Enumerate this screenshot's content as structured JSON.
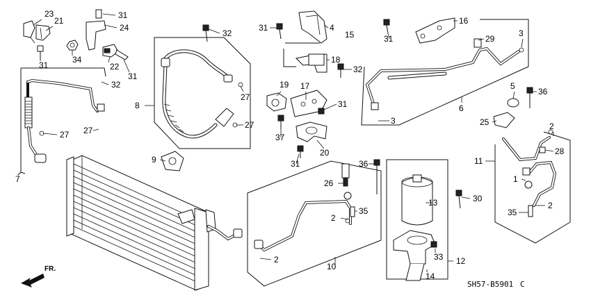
{
  "callouts": [
    {
      "id": "n23",
      "text": "23"
    },
    {
      "id": "n21",
      "text": "21"
    },
    {
      "id": "n31a",
      "text": "31"
    },
    {
      "id": "n24",
      "text": "24"
    },
    {
      "id": "n34",
      "text": "34"
    },
    {
      "id": "n22",
      "text": "22"
    },
    {
      "id": "n31b",
      "text": "31"
    },
    {
      "id": "n31c",
      "text": "31"
    },
    {
      "id": "n32a",
      "text": "32"
    },
    {
      "id": "n32b",
      "text": "32"
    },
    {
      "id": "n27a",
      "text": "27"
    },
    {
      "id": "n27b",
      "text": "27"
    },
    {
      "id": "n7",
      "text": "7"
    },
    {
      "id": "n8",
      "text": "8"
    },
    {
      "id": "n27c",
      "text": "27"
    },
    {
      "id": "n27d",
      "text": "27"
    },
    {
      "id": "n9",
      "text": "9"
    },
    {
      "id": "n31d",
      "text": "31"
    },
    {
      "id": "n4",
      "text": "4"
    },
    {
      "id": "n15",
      "text": "15"
    },
    {
      "id": "n18",
      "text": "18"
    },
    {
      "id": "n32c",
      "text": "32"
    },
    {
      "id": "n19",
      "text": "19"
    },
    {
      "id": "n17",
      "text": "17"
    },
    {
      "id": "n31e",
      "text": "31"
    },
    {
      "id": "n37",
      "text": "37"
    },
    {
      "id": "n20",
      "text": "20"
    },
    {
      "id": "n31f",
      "text": "31"
    },
    {
      "id": "n16",
      "text": "16"
    },
    {
      "id": "n31g",
      "text": "31"
    },
    {
      "id": "n29",
      "text": "29"
    },
    {
      "id": "n3a",
      "text": "3"
    },
    {
      "id": "n3b",
      "text": "3"
    },
    {
      "id": "n6",
      "text": "6"
    },
    {
      "id": "n5",
      "text": "5"
    },
    {
      "id": "n36a",
      "text": "36"
    },
    {
      "id": "n25",
      "text": "25"
    },
    {
      "id": "n2a",
      "text": "2"
    },
    {
      "id": "n28",
      "text": "28"
    },
    {
      "id": "n11",
      "text": "11"
    },
    {
      "id": "n1",
      "text": "1"
    },
    {
      "id": "n2b",
      "text": "2"
    },
    {
      "id": "n35a",
      "text": "35"
    },
    {
      "id": "n36b",
      "text": "36"
    },
    {
      "id": "n26",
      "text": "26"
    },
    {
      "id": "n2c",
      "text": "2"
    },
    {
      "id": "n35b",
      "text": "35"
    },
    {
      "id": "n2d",
      "text": "2"
    },
    {
      "id": "n10",
      "text": "10"
    },
    {
      "id": "n13",
      "text": "13"
    },
    {
      "id": "n30",
      "text": "30"
    },
    {
      "id": "n33",
      "text": "33"
    },
    {
      "id": "n12",
      "text": "12"
    },
    {
      "id": "n14",
      "text": "14"
    }
  ],
  "direction_label": "FR.",
  "diagram_code": "SH57-B5901",
  "diagram_code_suffix": "C"
}
